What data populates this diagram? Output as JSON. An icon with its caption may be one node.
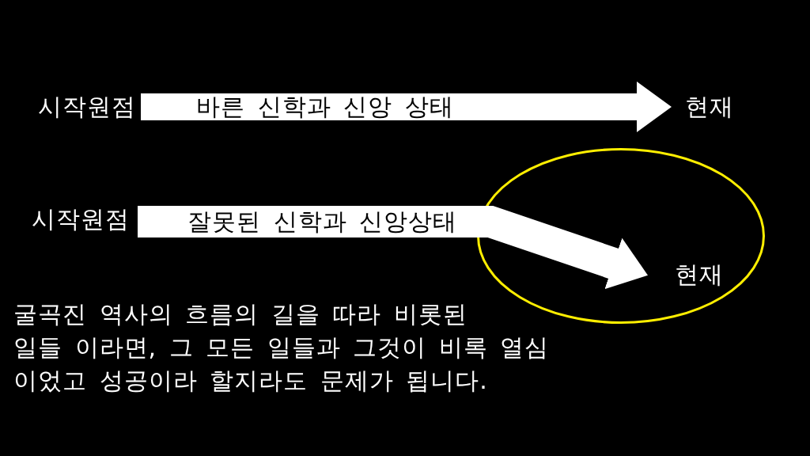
{
  "diagram": {
    "nodes": [
      {
        "text": [
          "시작원점"
        ]
      },
      {
        "text": [
          "현재"
        ]
      },
      {
        "text": [
          "시작원점"
        ]
      },
      {
        "text": [],
        "shape": "ellipse"
      },
      {
        "text": [
          "현재"
        ],
        "in": 3
      }
    ],
    "edges": [
      {
        "from": 0,
        "to": 1,
        "arrow": "to",
        "label": "바른 신학과 신앙 상태"
      },
      {
        "from": 2,
        "to": 4,
        "arrow": "to",
        "label": "잘못된 신학과 신앙상태"
      }
    ],
    "labels": [
      "굴곡진 역사의 흐름의 길을 따라 비롯된 일들 이라면, 그 모든 일들과 그것이 비록 열심 이었고 성공이라 할지라도 문제가 됩니다."
    ]
  }
}
